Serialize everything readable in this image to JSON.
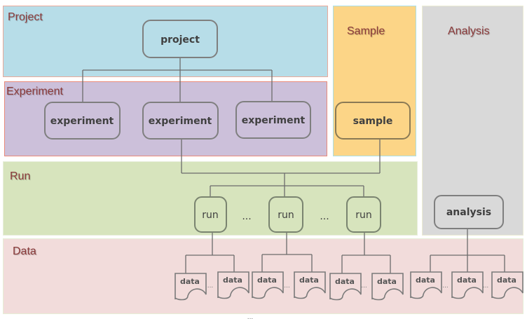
{
  "diagram": {
    "panels": {
      "project": "Project",
      "experiment": "Experiment",
      "sample": "Sample",
      "analysis": "Analysis",
      "run": "Run",
      "data": "Data"
    },
    "colors": {
      "project": "#b7dde8",
      "experiment": "#ccc0da",
      "sample": "#fcd587",
      "analysis": "#d9d9d9",
      "run": "#d7e4bd",
      "data": "#f2dcdb",
      "label": "#8b3a3a",
      "node_border": "#7f7f7f"
    },
    "nodes": {
      "project": "project",
      "experiments": [
        "experiment",
        "experiment",
        "experiment"
      ],
      "sample": "sample",
      "runs": [
        "run",
        "run",
        "run"
      ],
      "run_separator": "...",
      "analysis": "analysis",
      "data_label": "data",
      "data_separator": "...",
      "bottom_ellipsis": "..."
    },
    "edges": [
      [
        "project",
        "experiment-1"
      ],
      [
        "project",
        "experiment-2"
      ],
      [
        "project",
        "experiment-3"
      ],
      [
        "experiment-2",
        "run-junction"
      ],
      [
        "sample",
        "run-junction"
      ],
      [
        "run-junction",
        "run-1"
      ],
      [
        "run-junction",
        "run-2"
      ],
      [
        "run-junction",
        "run-3"
      ],
      [
        "run-1",
        "data"
      ],
      [
        "run-2",
        "data"
      ],
      [
        "run-3",
        "data"
      ],
      [
        "analysis",
        "data"
      ]
    ]
  }
}
